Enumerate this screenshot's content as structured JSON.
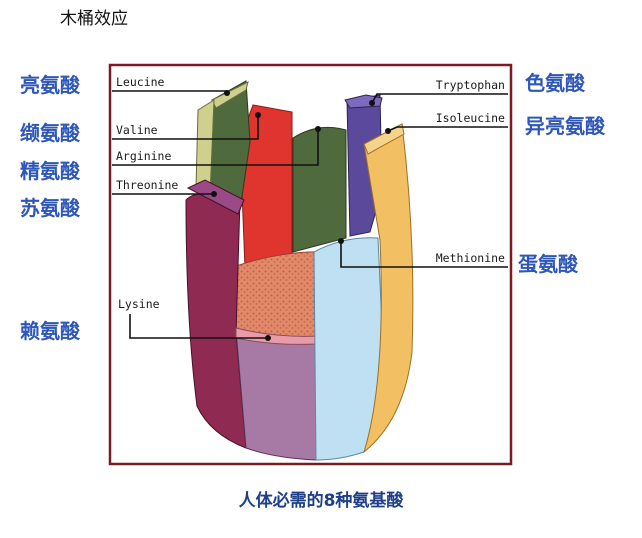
{
  "heading": "木桶效应",
  "caption": "人体必需的8种氨基酸",
  "labels_cn": {
    "leucine": "亮氨酸",
    "valine": "缬氨酸",
    "arginine": "精氨酸",
    "threonine": "苏氨酸",
    "lysine": "赖氨酸",
    "tryptophan": "色氨酸",
    "isoleucine": "异亮氨酸",
    "methionine": "蛋氨酸"
  },
  "labels_en": {
    "leucine": "Leucine",
    "valine": "Valine",
    "arginine": "Arginine",
    "threonine": "Threonine",
    "lysine": "Lysine",
    "tryptophan": "Tryptophan",
    "isoleucine": "Isoleucine",
    "methionine": "Methionine"
  },
  "colors": {
    "label_blue": "#2e57b8",
    "frame": "#7a1a24",
    "stave_leucine": "#cfd08e",
    "stave_threonine": "#9a4a86",
    "stave_lysine": "#8f2a52",
    "stave_lysine_front": "#a77aa6",
    "stave_valine": "#e0342f",
    "stave_arginine": "#4f6a3d",
    "stave_tryptophan": "#5b4a9c",
    "stave_methionine": "#bfe0f2",
    "stave_isoleucine": "#f2bf62",
    "fill_mottled": "#d9735a"
  }
}
